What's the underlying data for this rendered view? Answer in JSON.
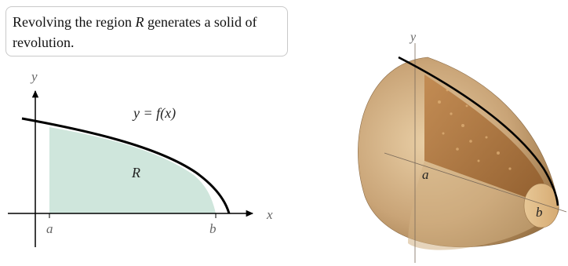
{
  "caption": {
    "text_before": "Revolving the region ",
    "region_symbol": "R",
    "text_after": " generates a solid of revolution."
  },
  "left_diagram": {
    "y_axis_label": "y",
    "x_axis_label": "x",
    "curve_label": "y = f(x)",
    "region_label": "R",
    "lower_bound_label": "a",
    "upper_bound_label": "b",
    "region_color": "#cfe6dc",
    "curve_color": "#000000"
  },
  "right_diagram": {
    "y_axis_label": "y",
    "lower_bound_label": "a",
    "upper_bound_label": "b",
    "solid_color": "#c9a477",
    "cutaway_color": "#b07a43"
  }
}
